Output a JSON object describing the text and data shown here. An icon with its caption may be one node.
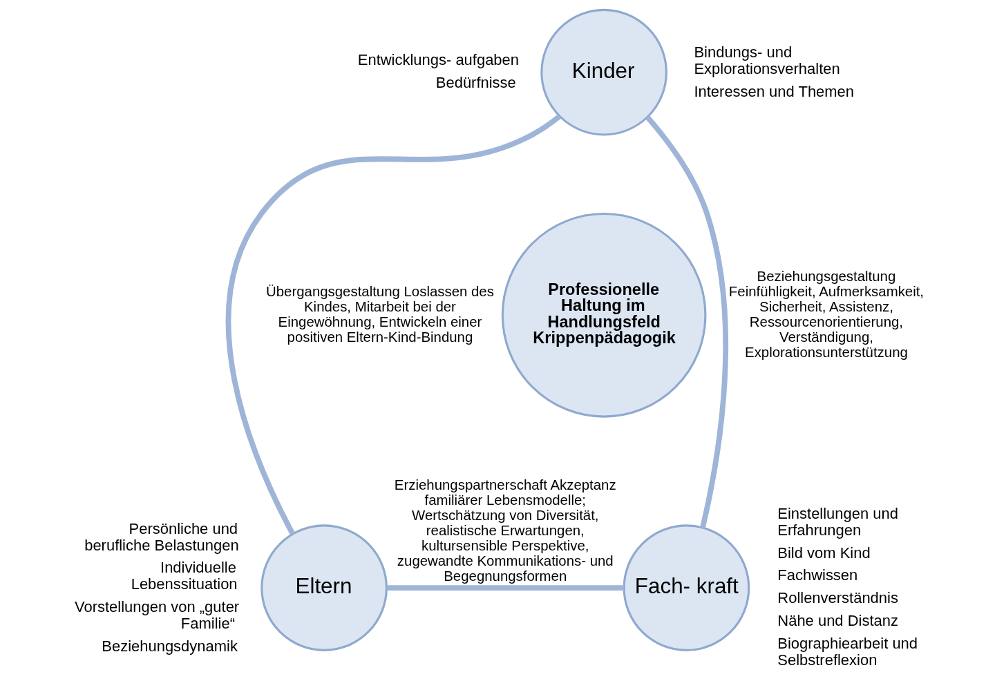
{
  "diagram": {
    "nodes": [
      {
        "text": [
          "Kinder"
        ],
        "beside": [
          "Entwicklungs- aufgaben",
          "Bedürfnisse",
          "Bindungs- und Explorationsverhalten",
          "Interessen und Themen"
        ]
      },
      {
        "text": [
          "Professionelle Haltung im Handlungsfeld Krippenpädagogik"
        ]
      },
      {
        "text": [
          "Eltern"
        ],
        "beside": [
          "Persönliche und berufliche Belastungen",
          "Individuelle Lebenssituation",
          "Vorstellungen von „guter Familie“",
          "Beziehungsdynamik"
        ]
      },
      {
        "text": [
          "Fach- kraft"
        ],
        "beside": [
          "Einstellungen und Erfahrungen",
          "Bild vom Kind",
          "Fachwissen",
          "Rollenverständnis",
          "Nähe und Distanz",
          "Biographiearbeit und Selbstreflexion"
        ]
      }
    ],
    "edges": [
      {
        "from": 0,
        "to": 2,
        "arrow": "none",
        "label": "Übergangsgestaltung Loslassen des Kindes, Mitarbeit bei der Eingewöhnung, Entwickeln einer positiven Eltern-Kind-Bindung"
      },
      {
        "from": 0,
        "to": 3,
        "arrow": "none",
        "label": "Beziehungsgestaltung Feinfühligkeit, Aufmerksamkeit, Sicherheit, Assistenz, Ressourcenorientierung, Verständigung, Explorationsunterstützung"
      },
      {
        "from": 2,
        "to": 3,
        "arrow": "none",
        "label": "Erziehungspartnerschaft Akzeptanz familiärer Lebensmodelle; Wertschätzung von Diversität, realistische Erwartungen, kultursensible Perspektive, zugewandte Kommunikations- und Begegnungsformen"
      }
    ]
  }
}
